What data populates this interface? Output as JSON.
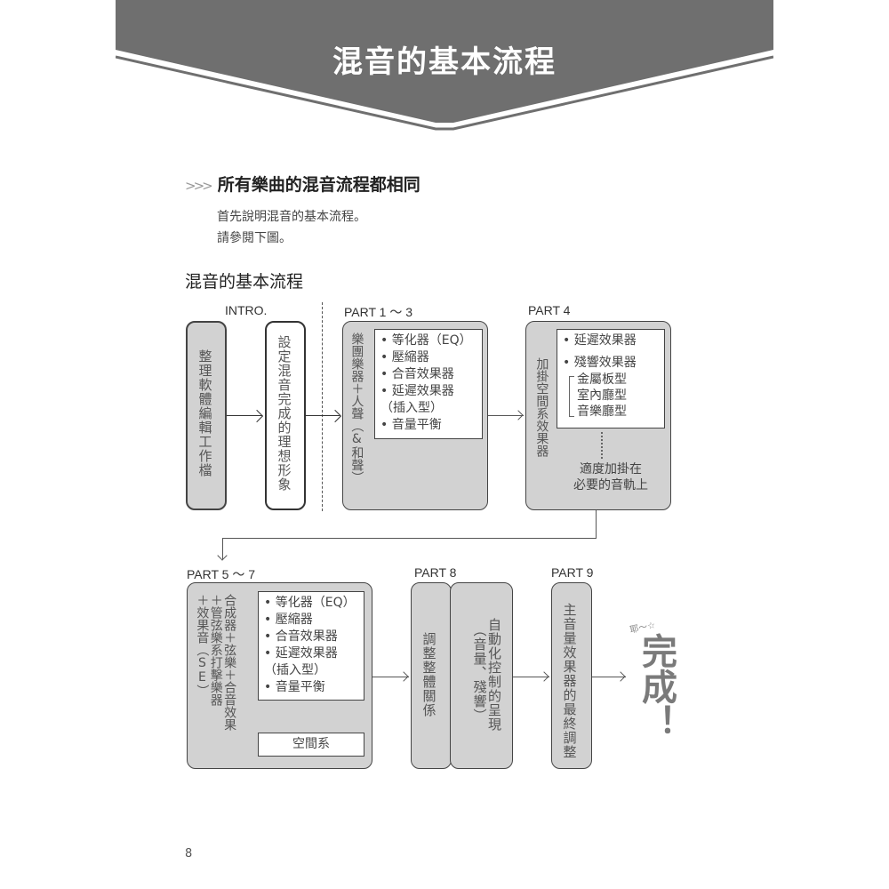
{
  "header": {
    "title": "混音的基本流程",
    "banner_color": "#6f6f6f"
  },
  "section": {
    "marker": ">>>",
    "heading": "所有樂曲的混音流程都相同",
    "paragraph": [
      "首先說明混音的基本流程。",
      "請參閱下圖。"
    ]
  },
  "figure": {
    "title": "混音的基本流程",
    "stages": {
      "intro": {
        "label": "INTRO.",
        "step1": "整理軟體編輯工作檔",
        "step2": "設定混音完成的理想形象"
      },
      "part1_3": {
        "label": "PART 1 〜 3",
        "side": "樂團樂器＋人聲（&和聲）",
        "items": [
          "等化器（EQ）",
          "壓縮器",
          "合音效果器",
          "延遲效果器",
          "（插入型）",
          "音量平衡"
        ]
      },
      "part4": {
        "label": "PART 4",
        "side": "加掛空間系效果器",
        "items": [
          "延遲效果器",
          "殘響效果器"
        ],
        "reverb_types": [
          "金屬板型",
          "室內廳型",
          "音樂廳型"
        ],
        "ellipsis": "⋮",
        "note": [
          "適度加掛在",
          "必要的音軌上"
        ]
      },
      "part5_7": {
        "label": "PART 5 〜 7",
        "side_cols": [
          "＋效果音（SE）",
          "＋管弦樂系打擊樂器",
          "合成器＋弦樂＋合音效果"
        ],
        "items": [
          "等化器（EQ）",
          "壓縮器",
          "合音效果器",
          "延遲效果器",
          "（插入型）",
          "音量平衡"
        ],
        "space_box": "空間系"
      },
      "part8": {
        "label": "PART 8",
        "step1": "調整整體關係",
        "step2_main": "自動化控制的呈現",
        "step2_sub": "（音量、殘響）"
      },
      "part9": {
        "label": "PART 9",
        "step": "主音量效果器的最終調整"
      },
      "finish": {
        "small": "耶〜☆",
        "big": "完成！"
      }
    }
  },
  "footer": {
    "page_number": "8"
  }
}
